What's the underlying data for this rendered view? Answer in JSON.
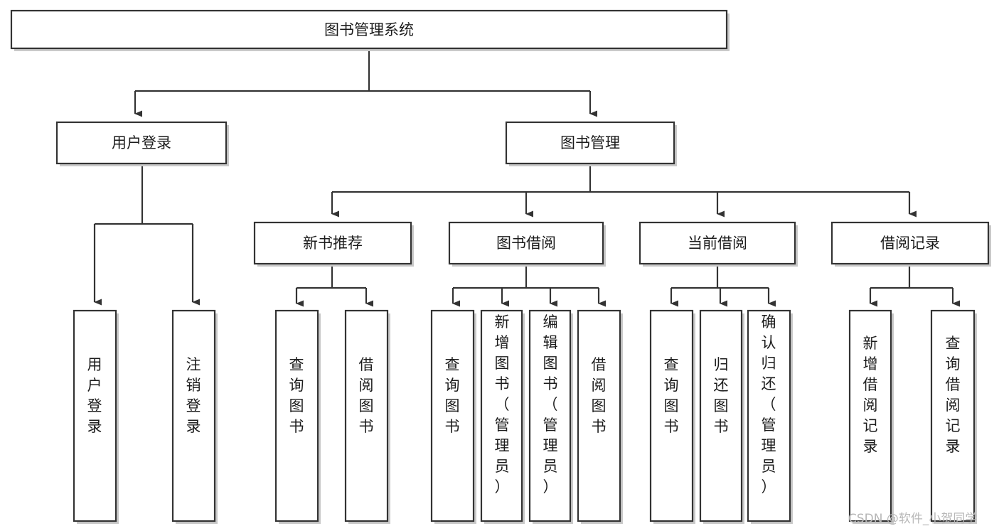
{
  "diagram": {
    "title": "图书管理系统",
    "type": "functional-decomposition-tree",
    "colors": {
      "stroke": "#333333",
      "fill": "#ffffff",
      "shadow": "#c9c9c9",
      "text": "#1c1c1c",
      "watermark": "#b7b7b7"
    },
    "root": {
      "label": "图书管理系统"
    },
    "level2": [
      {
        "label": "用户登录"
      },
      {
        "label": "图书管理"
      }
    ],
    "level3": [
      {
        "label": "新书推荐"
      },
      {
        "label": "图书借阅"
      },
      {
        "label": "当前借阅"
      },
      {
        "label": "借阅记录"
      }
    ],
    "leaves": {
      "user_login": [
        {
          "label": "用户登录"
        },
        {
          "label": "注销登录"
        }
      ],
      "new_book_recommend": [
        {
          "label": "查询图书"
        },
        {
          "label": "借阅图书"
        }
      ],
      "book_borrow": [
        {
          "label": "查询图书"
        },
        {
          "label": "新增图书（管理员）"
        },
        {
          "label": "编辑图书（管理员）"
        },
        {
          "label": "借阅图书"
        }
      ],
      "current_borrow": [
        {
          "label": "查询图书"
        },
        {
          "label": "归还图书"
        },
        {
          "label": "确认归还（管理员）"
        }
      ],
      "borrow_record": [
        {
          "label": "新增借阅记录"
        },
        {
          "label": "查询借阅记录"
        }
      ]
    }
  },
  "watermark": {
    "text": "CSDN @软件_小贺同学"
  }
}
